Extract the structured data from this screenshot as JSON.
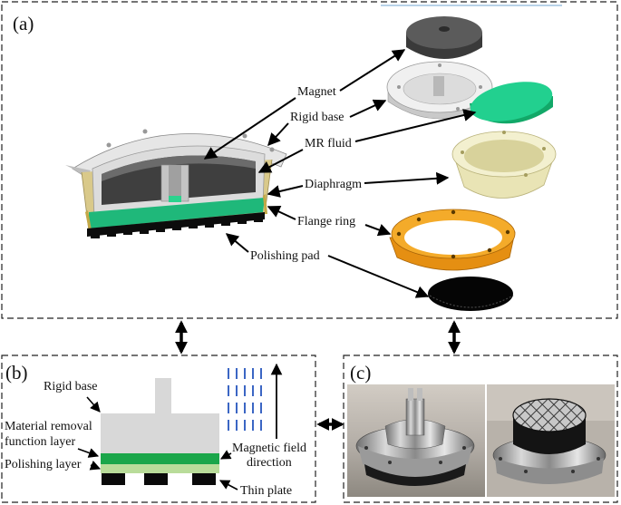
{
  "panels": {
    "a": {
      "label": "(a)",
      "labels": {
        "magnet": "Magnet",
        "rigid_base": "Rigid base",
        "mr_fluid": "MR fluid",
        "diaphragm": "Diaphragm",
        "flange_ring": "Flange ring",
        "polishing_pad": "Polishing pad"
      }
    },
    "b": {
      "label": "(b)",
      "labels": {
        "rigid_base": "Rigid base",
        "material_removal_1": "Material removal",
        "material_removal_2": "function layer",
        "polishing_layer": "Polishing layer",
        "magnetic_field_1": "Magnetic field",
        "magnetic_field_2": "direction",
        "thin_plate": "Thin plate"
      }
    },
    "c": {
      "label": "(c)"
    }
  },
  "colors": {
    "mr_fluid": "#22c58a",
    "material_removal_layer": "#1aa64a",
    "polishing_layer": "#b9dc9a",
    "rigid_base_gray": "#d8d8d8",
    "magnet": "#4a4a4a",
    "diaphragm": "#eeeac0",
    "flange_ring": "#f0a21e",
    "field_lines": "#3b66c4",
    "pad_black": "#0a0a0a"
  }
}
